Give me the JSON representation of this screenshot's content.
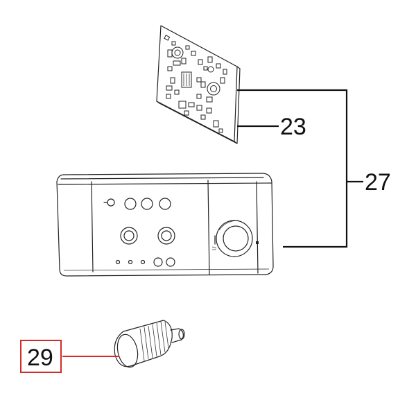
{
  "callouts": {
    "pcb": {
      "label": "23"
    },
    "assembly": {
      "label": "27"
    },
    "knob": {
      "label": "29",
      "box_color": "#d42a2a"
    }
  },
  "colors": {
    "line": "#111111",
    "highlight": "#d42a2a"
  }
}
